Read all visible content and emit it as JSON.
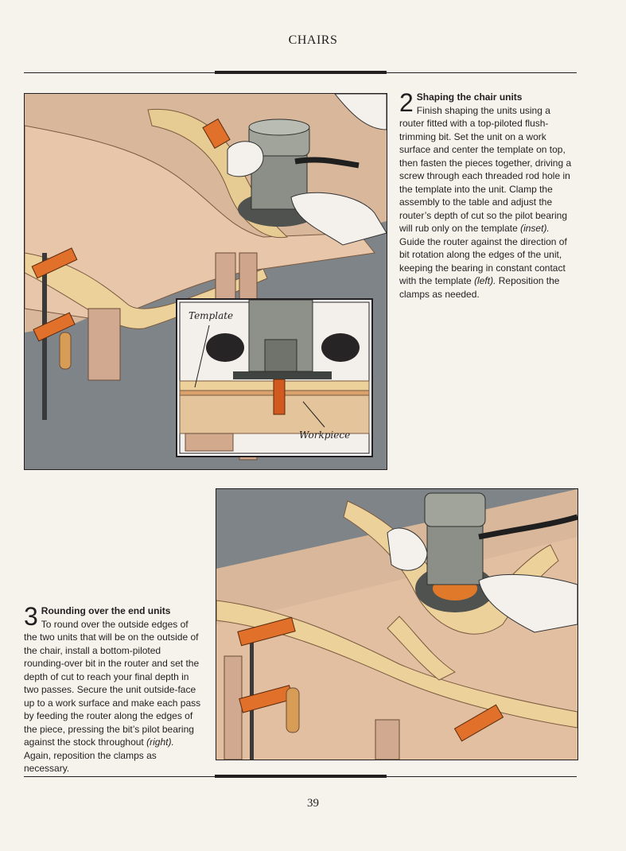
{
  "header": {
    "title": "CHAIRS"
  },
  "figure_top": {
    "inset": {
      "label_template": "Template",
      "label_workpiece": "Workpiece"
    }
  },
  "step2": {
    "number": "2",
    "heading": "Shaping the chair units",
    "text_before_inset": "Finish shaping the units using a router fitted with a top-piloted flush-trimming bit. Set the unit on a work surface and center the template on top, then fasten the pieces together, driving a screw through each threaded rod hole in the template into the unit. Clamp the assembly to the table and adjust the router’s depth of cut so the pilot bearing will rub only on the template ",
    "ref_inset": "(inset).",
    "text_before_left": " Guide the router against the direction of bit rotation along the edges of the unit, keeping the bearing in constant contact with the template ",
    "ref_left": "(left).",
    "text_after": " Reposition the clamps as needed."
  },
  "step3": {
    "number": "3",
    "heading": "Rounding over the end units",
    "text_before_right": "To round over the outside edges of the two units that will be on the outside of the chair, install a bottom-piloted rounding-over bit in the router and set the depth of cut to reach your final depth in two passes. Secure the unit outside-face up to a work surface and make each pass by feeding the router along the edges of the piece, pressing the bit’s pilot bearing against the stock throughout ",
    "ref_right": "(right).",
    "text_after": " Again, reposition the clamps as necessary."
  },
  "footer": {
    "page_number": "39"
  }
}
